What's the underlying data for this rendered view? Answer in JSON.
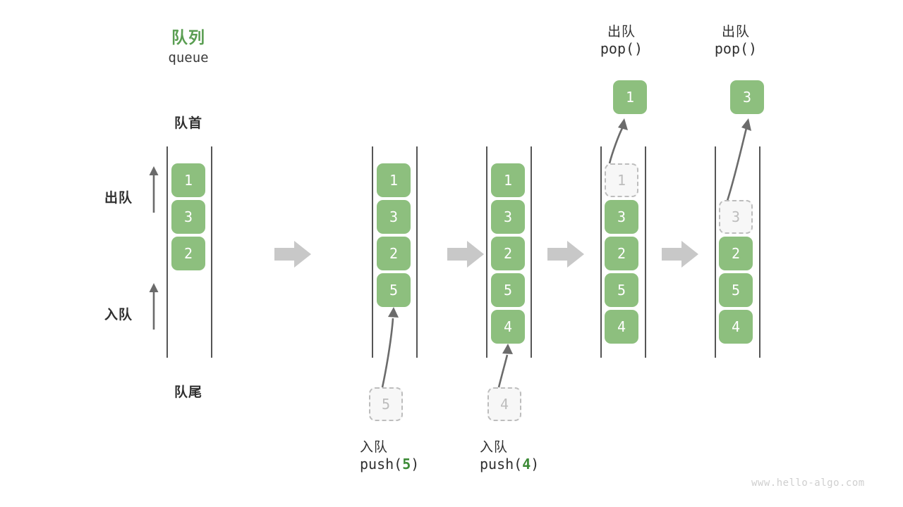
{
  "meta": {
    "watermark": "www.hello-algo.com",
    "colors": {
      "accent_green": "#5a9e52",
      "cell_green": "#8dbf7e",
      "ghost_gray": "#bdbdbd",
      "rail_gray": "#555555",
      "arrow_gray": "#6b6b6b",
      "step_arrow_gray": "#c8c8c8",
      "text_dark": "#2f2f2f"
    }
  },
  "header": {
    "title_cn": "队列",
    "title_en": "queue"
  },
  "anchors": {
    "front_label": "队首",
    "rear_label": "队尾"
  },
  "side_ops": {
    "dequeue_label": "出队",
    "enqueue_label": "入队"
  },
  "stages": [
    {
      "id": "initial",
      "cells": [
        "1",
        "3",
        "2"
      ],
      "ghost_index": null,
      "top": null,
      "bottom": null
    },
    {
      "id": "push-5",
      "cells": [
        "1",
        "3",
        "2",
        "5"
      ],
      "ghost_index": null,
      "top": null,
      "bottom": {
        "cn": "入队",
        "code_prefix": "push(",
        "code_arg": "5",
        "code_suffix": ")",
        "incoming_value": "5"
      }
    },
    {
      "id": "push-4",
      "cells": [
        "1",
        "3",
        "2",
        "5",
        "4"
      ],
      "ghost_index": null,
      "top": null,
      "bottom": {
        "cn": "入队",
        "code_prefix": "push(",
        "code_arg": "4",
        "code_suffix": ")",
        "incoming_value": "4"
      }
    },
    {
      "id": "pop-1",
      "cells": [
        "1",
        "3",
        "2",
        "5",
        "4"
      ],
      "ghost_index": 0,
      "top": {
        "cn": "出队",
        "code": "pop()",
        "popped_value": "1"
      },
      "bottom": null
    },
    {
      "id": "pop-3",
      "cells": [
        "3",
        "2",
        "5",
        "4"
      ],
      "ghost_index": 0,
      "top": {
        "cn": "出队",
        "code": "pop()",
        "popped_value": "3"
      },
      "bottom": null
    }
  ]
}
